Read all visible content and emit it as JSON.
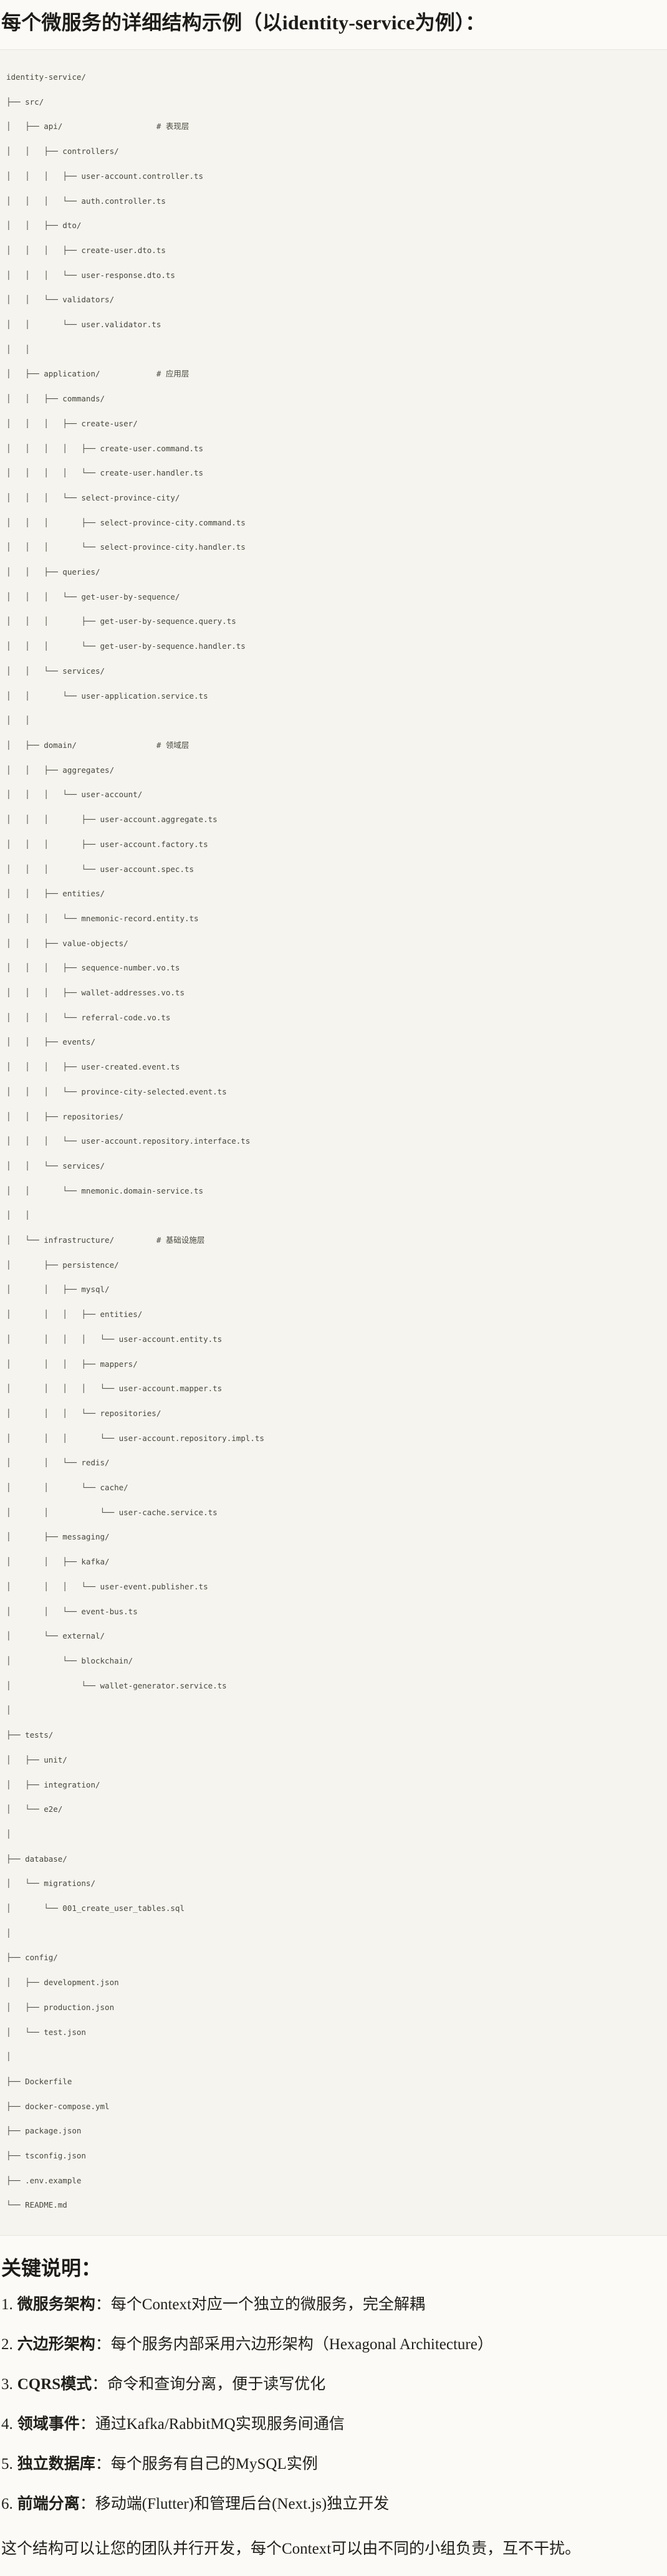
{
  "page": {
    "title": "每个微服务的详细结构示例（以identity-service为例）："
  },
  "code_block": {
    "tree_lines": [
      "identity-service/",
      "├── src/",
      "│   ├── api/                    # 表现层",
      "│   │   ├── controllers/",
      "│   │   │   ├── user-account.controller.ts",
      "│   │   │   └── auth.controller.ts",
      "│   │   ├── dto/",
      "│   │   │   ├── create-user.dto.ts",
      "│   │   │   └── user-response.dto.ts",
      "│   │   └── validators/",
      "│   │       └── user.validator.ts",
      "│   │",
      "│   ├── application/            # 应用层",
      "│   │   ├── commands/",
      "│   │   │   ├── create-user/",
      "│   │   │   │   ├── create-user.command.ts",
      "│   │   │   │   └── create-user.handler.ts",
      "│   │   │   └── select-province-city/",
      "│   │   │       ├── select-province-city.command.ts",
      "│   │   │       └── select-province-city.handler.ts",
      "│   │   ├── queries/",
      "│   │   │   └── get-user-by-sequence/",
      "│   │   │       ├── get-user-by-sequence.query.ts",
      "│   │   │       └── get-user-by-sequence.handler.ts",
      "│   │   └── services/",
      "│   │       └── user-application.service.ts",
      "│   │",
      "│   ├── domain/                 # 领域层",
      "│   │   ├── aggregates/",
      "│   │   │   └── user-account/",
      "│   │   │       ├── user-account.aggregate.ts",
      "│   │   │       ├── user-account.factory.ts",
      "│   │   │       └── user-account.spec.ts",
      "│   │   ├── entities/",
      "│   │   │   └── mnemonic-record.entity.ts",
      "│   │   ├── value-objects/",
      "│   │   │   ├── sequence-number.vo.ts",
      "│   │   │   ├── wallet-addresses.vo.ts",
      "│   │   │   └── referral-code.vo.ts",
      "│   │   ├── events/",
      "│   │   │   ├── user-created.event.ts",
      "│   │   │   └── province-city-selected.event.ts",
      "│   │   ├── repositories/",
      "│   │   │   └── user-account.repository.interface.ts",
      "│   │   └── services/",
      "│   │       └── mnemonic.domain-service.ts",
      "│   │",
      "│   └── infrastructure/         # 基础设施层",
      "│       ├── persistence/",
      "│       │   ├── mysql/",
      "│       │   │   ├── entities/",
      "│       │   │   │   └── user-account.entity.ts",
      "│       │   │   ├── mappers/",
      "│       │   │   │   └── user-account.mapper.ts",
      "│       │   │   └── repositories/",
      "│       │   │       └── user-account.repository.impl.ts",
      "│       │   └── redis/",
      "│       │       └── cache/",
      "│       │           └── user-cache.service.ts",
      "│       ├── messaging/",
      "│       │   ├── kafka/",
      "│       │   │   └── user-event.publisher.ts",
      "│       │   └── event-bus.ts",
      "│       └── external/",
      "│           └── blockchain/",
      "│               └── wallet-generator.service.ts",
      "│",
      "├── tests/",
      "│   ├── unit/",
      "│   ├── integration/",
      "│   └── e2e/",
      "│",
      "├── database/",
      "│   └── migrations/",
      "│       └── 001_create_user_tables.sql",
      "│",
      "├── config/",
      "│   ├── development.json",
      "│   ├── production.json",
      "│   └── test.json",
      "│",
      "├── Dockerfile",
      "├── docker-compose.yml",
      "├── package.json",
      "├── tsconfig.json",
      "├── .env.example",
      "└── README.md"
    ]
  },
  "notes": {
    "heading": "关键说明：",
    "items": [
      {
        "num": "1.",
        "label": "微服务架构",
        "text": "：每个Context对应一个独立的微服务，完全解耦"
      },
      {
        "num": "2.",
        "label": "六边形架构",
        "text": "：每个服务内部采用六边形架构（Hexagonal Architecture）"
      },
      {
        "num": "3.",
        "label": "CQRS模式",
        "text": "：命令和查询分离，便于读写优化"
      },
      {
        "num": "4.",
        "label": "领域事件",
        "text": "：通过Kafka/RabbitMQ实现服务间通信"
      },
      {
        "num": "5.",
        "label": "独立数据库",
        "text": "：每个服务有自己的MySQL实例"
      },
      {
        "num": "6.",
        "label": "前端分离",
        "text": "：移动端(Flutter)和管理后台(Next.js)独立开发"
      }
    ],
    "footer": "这个结构可以让您的团队并行开发，每个Context可以由不同的小组负责，互不干扰。"
  }
}
